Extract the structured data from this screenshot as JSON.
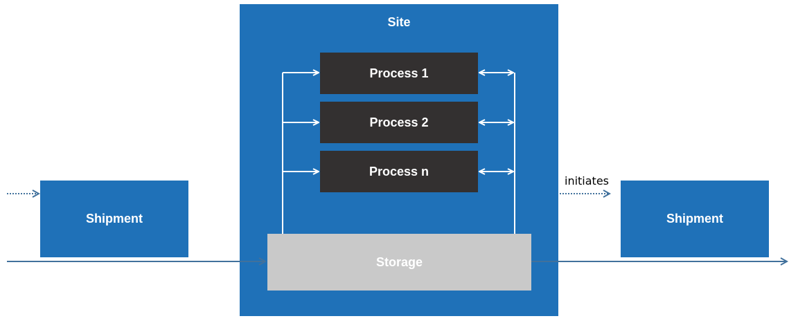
{
  "site": {
    "title": "Site"
  },
  "processes": [
    {
      "label": "Process 1"
    },
    {
      "label": "Process 2"
    },
    {
      "label": "Process n"
    }
  ],
  "storage": {
    "label": "Storage"
  },
  "shipments": [
    {
      "label": "Shipment"
    },
    {
      "label": "Shipment"
    }
  ],
  "edges": {
    "initiates_label": "initiates"
  },
  "colors": {
    "site_fill": "#1f71b8",
    "process_fill": "#333030",
    "storage_fill": "#c9c9c9",
    "shipment_fill": "#1f71b8",
    "flow_line": "#41719c"
  }
}
